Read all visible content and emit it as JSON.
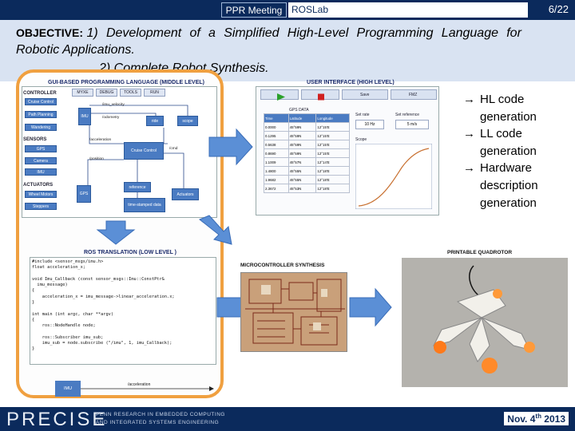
{
  "header": {
    "meeting": "PPR Meeting",
    "lab": "ROSLab",
    "page": "6/22"
  },
  "objective": {
    "label": "OBJECTIVE:",
    "line1": "1) Development of a Simplified High-Level Programming Language for",
    "line2": "Robotic Applications.",
    "line3": "2) Complete Robot Synthesis."
  },
  "gui": {
    "title": "GUI-BASED PROGRAMMING LANGUAGE (MIDDLE LEVEL)",
    "tabs": [
      "MYXE",
      "DEBUG",
      "TOOLS",
      "RUN"
    ],
    "sections": {
      "controller": "CONTROLLER",
      "sensors": "SENSORS",
      "actuators": "ACTUATORS"
    },
    "controller_items": [
      "Cruise Control",
      "Path Planning",
      "Wandering"
    ],
    "sensor_items": [
      "GPS",
      "Camera",
      "IMU"
    ],
    "actuator_items": [
      "Wheel Motors",
      "Steppers"
    ],
    "blocks": [
      "IMU",
      "Cruise Control",
      "GPS",
      "ride",
      "scope",
      "reference",
      "Actuators",
      "time-stamped data"
    ],
    "wire_labels": [
      "/imu_velocity",
      "/odometry",
      "/acceleration",
      "/position",
      "/cmd"
    ]
  },
  "ros": {
    "title": "ROS TRANSLATION (LOW LEVEL )",
    "code": "#include <sensor_msgs/imu.h>\nfloat acceleration_x;\n\nvoid Imu_Callback (const sensor_msgs::Imu::ConstPtr&\n  imu_message)\n{\n    acceleration_x = imu_message->linear_acceleration.x;\n}\n\nint main (int argc, char **argv)\n{\n    ros::NodeHandle node;\n\n    ros::Subscriber imu_sub;\n    imu_sub = node.subscribe (\"/imu\", 1, imu_Callback);\n}",
    "imu": "IMU",
    "accel": "/acceleration"
  },
  "hl": {
    "title": "USER INTERFACE (HIGH LEVEL)",
    "toolbar": [
      "Save",
      "FMZ"
    ],
    "gps_title": "GPS DATA",
    "gps_cols": [
      "Time",
      "Latitude",
      "Longitude"
    ],
    "gps_rows": [
      [
        "0.0000",
        "45°59N",
        "12°15'E"
      ],
      [
        "0.1295",
        "45°59N",
        "12°15'E"
      ],
      [
        "0.5638",
        "45°59N",
        "12°15'E"
      ],
      [
        "0.8690",
        "45°59N",
        "12°15'E"
      ],
      [
        "1.1009",
        "45°57N",
        "12°14'E"
      ],
      [
        "1.4800",
        "45°55N",
        "12°18'E"
      ],
      [
        "1.9682",
        "45°55N",
        "12°18'E"
      ],
      [
        "2.3672",
        "45°53N",
        "12°18'E"
      ]
    ],
    "set_rate_label": "Set rate",
    "set_rate_value": "10 Hz",
    "set_ref_label": "Set reference",
    "set_ref_value": "5 m/s",
    "scope_label": "Scope"
  },
  "bullets": [
    {
      "arrow": "→",
      "text": "HL code generation"
    },
    {
      "arrow": "→",
      "text": "LL code generation"
    },
    {
      "arrow": "→",
      "text": "Hardware description generation"
    }
  ],
  "labels": {
    "micro": "MICROCONTROLLER SYNTHESIS",
    "printable": "PRINTABLE QUADROTOR"
  },
  "footer": {
    "brand": "PRECISE",
    "sub1": "PENN RESEARCH IN EMBEDDED COMPUTING",
    "sub2": "AND INTEGRATED SYSTEMS ENGINEERING",
    "date_pre": "Nov. 4",
    "date_sup": "th",
    "date_post": " 2013"
  },
  "colors": {
    "header": "#0b2a5c",
    "band": "#d9e3f2",
    "accent_orange": "#f0a040",
    "block_blue": "#4a7bc2"
  }
}
